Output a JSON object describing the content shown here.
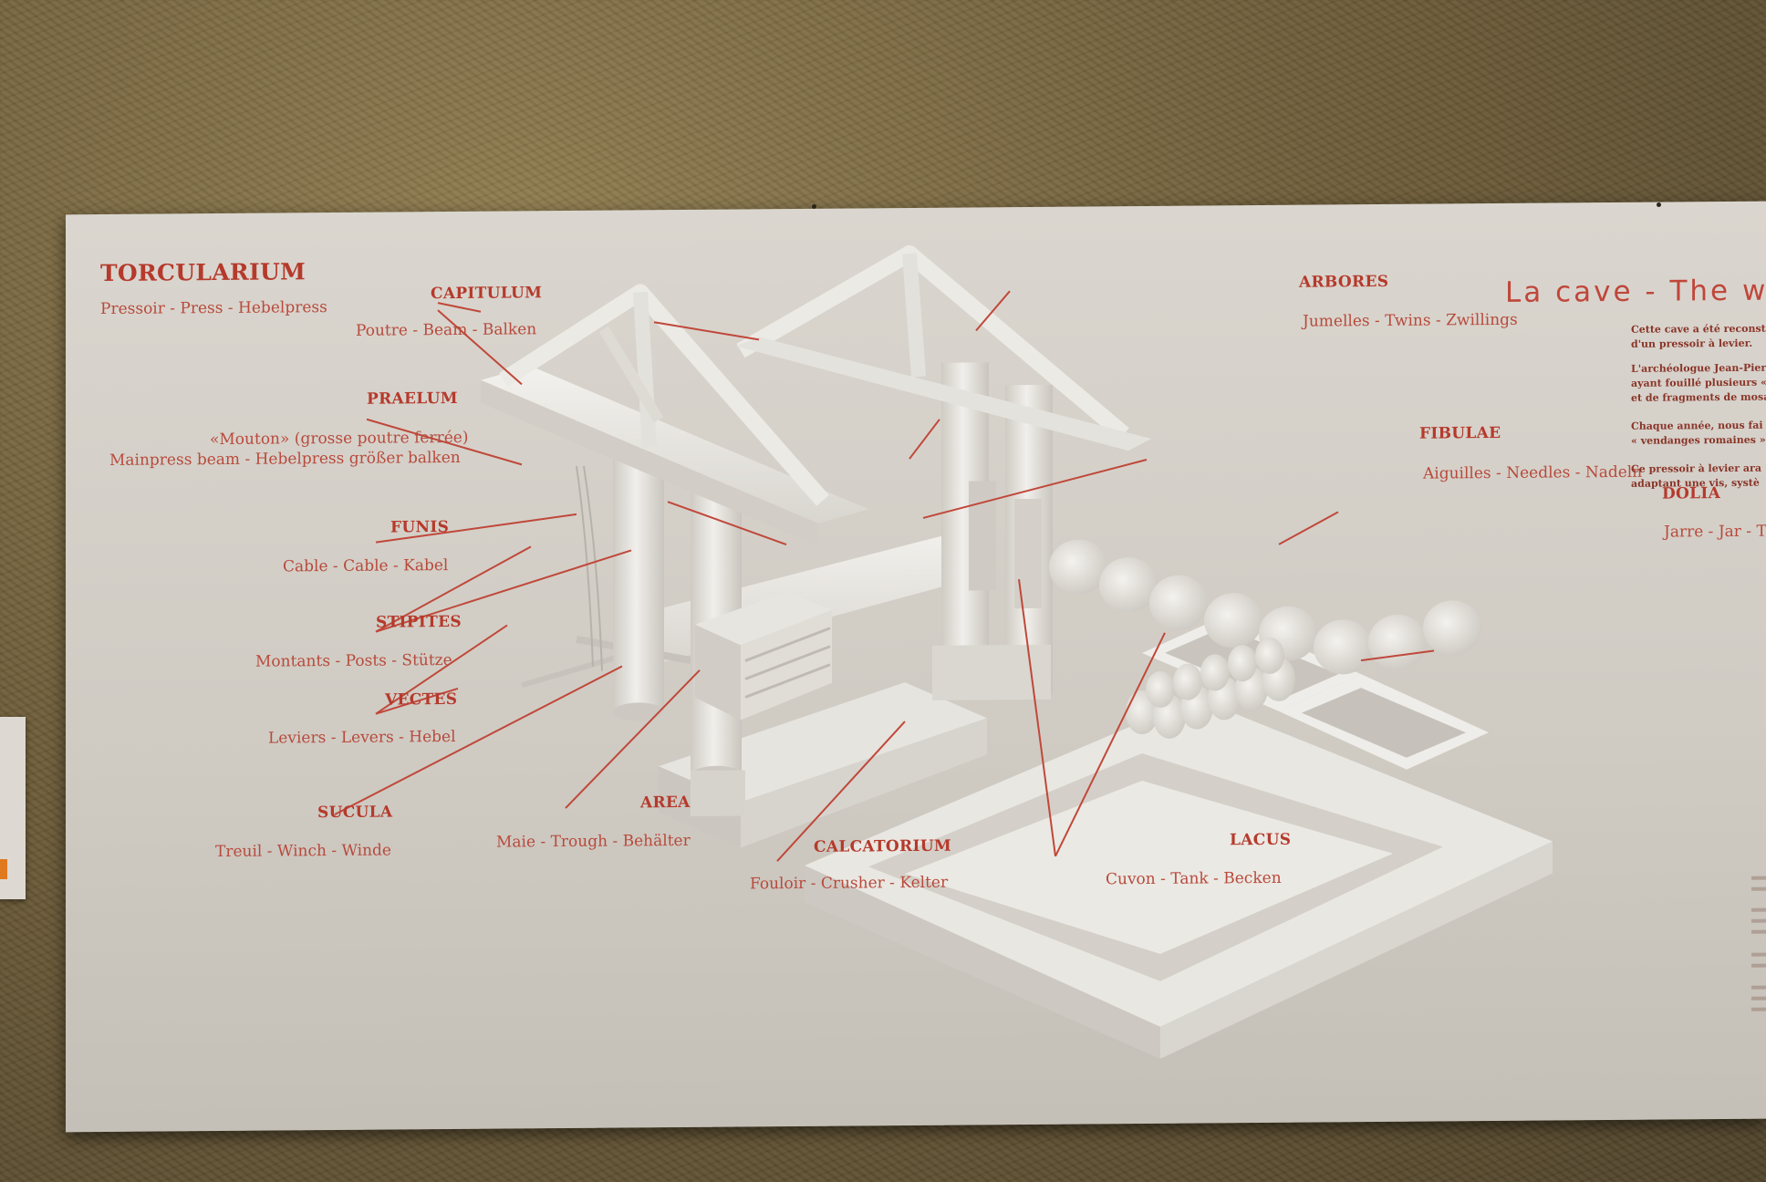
{
  "panel": {
    "title": "TORCULARIUM",
    "subtitle": "Pressoir - Press - Hebelpress",
    "header_right": "La cave - The wi",
    "side_text": [
      "Cette cave a été reconstit",
      "d'un pressoir à levier.",
      "L'archéologue Jean-Pierre",
      "ayant fouillé plusieurs «i",
      "et de fragments de mosa",
      "Chaque année, nous fai",
      "« vendanges romaines »",
      "Ce pressoir à levier ara",
      "adaptant une vis, systè"
    ],
    "labels": [
      {
        "term": "CAPITULUM",
        "translation": "Poutre - Beam - Balken"
      },
      {
        "term": "PRAELUM",
        "translation": "«Mouton» (grosse poutre ferrée)",
        "translation2": "Mainpress beam - Hebelpress größer balken"
      },
      {
        "term": "FUNIS",
        "translation": "Cable - Cable - Kabel"
      },
      {
        "term": "STIPITES",
        "translation": "Montants - Posts - Stütze"
      },
      {
        "term": "VECTES",
        "translation": "Leviers - Levers - Hebel"
      },
      {
        "term": "SUCULA",
        "translation": "Treuil - Winch - Winde"
      },
      {
        "term": "AREA",
        "translation": "Maie - Trough - Behälter"
      },
      {
        "term": "CALCATORIUM",
        "translation": "Fouloir - Crusher - Kelter"
      },
      {
        "term": "LACUS",
        "translation": "Cuvon - Tank - Becken"
      },
      {
        "term": "ARBORES",
        "translation": "Jumelles - Twins - Zwillings"
      },
      {
        "term": "FIBULAE",
        "translation": "Aiguilles - Needles - Nadeln"
      },
      {
        "term": "DOLIA",
        "translation": "Jarre - Jar - To"
      }
    ]
  },
  "colors": {
    "label_red": "#b53a2c",
    "panel_bg": "#d6d2cb",
    "wall": "#7a6840"
  }
}
